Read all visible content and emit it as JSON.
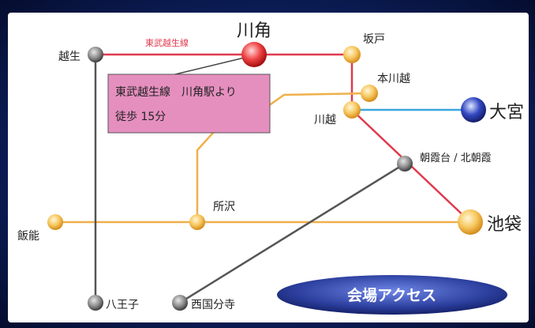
{
  "map": {
    "line_label": "東武越生線",
    "callout": {
      "line1": "東武越生線　川角駅より",
      "line2": "徒歩 15分"
    },
    "stations": {
      "kawakado": "川角",
      "ogose": "越生",
      "sakado": "坂戸",
      "honkawagoe": "本川越",
      "kawagoe": "川越",
      "omiya": "大宮",
      "asakadai": "朝霞台 / 北朝霞",
      "tokorozawa": "所沢",
      "hanno": "飯能",
      "ikebukuro": "池袋",
      "hachioji": "八王子",
      "nishikokubunji": "西国分寺"
    },
    "access_badge": "会場アクセス",
    "colors": {
      "tobu_ogose": "#e03a4e",
      "seibu": "#f0b04a",
      "jr_gray": "#555555",
      "jr_blue": "#3aa6de",
      "callout_fill": "#e58fbf",
      "badge": "#2c3f9e"
    }
  }
}
